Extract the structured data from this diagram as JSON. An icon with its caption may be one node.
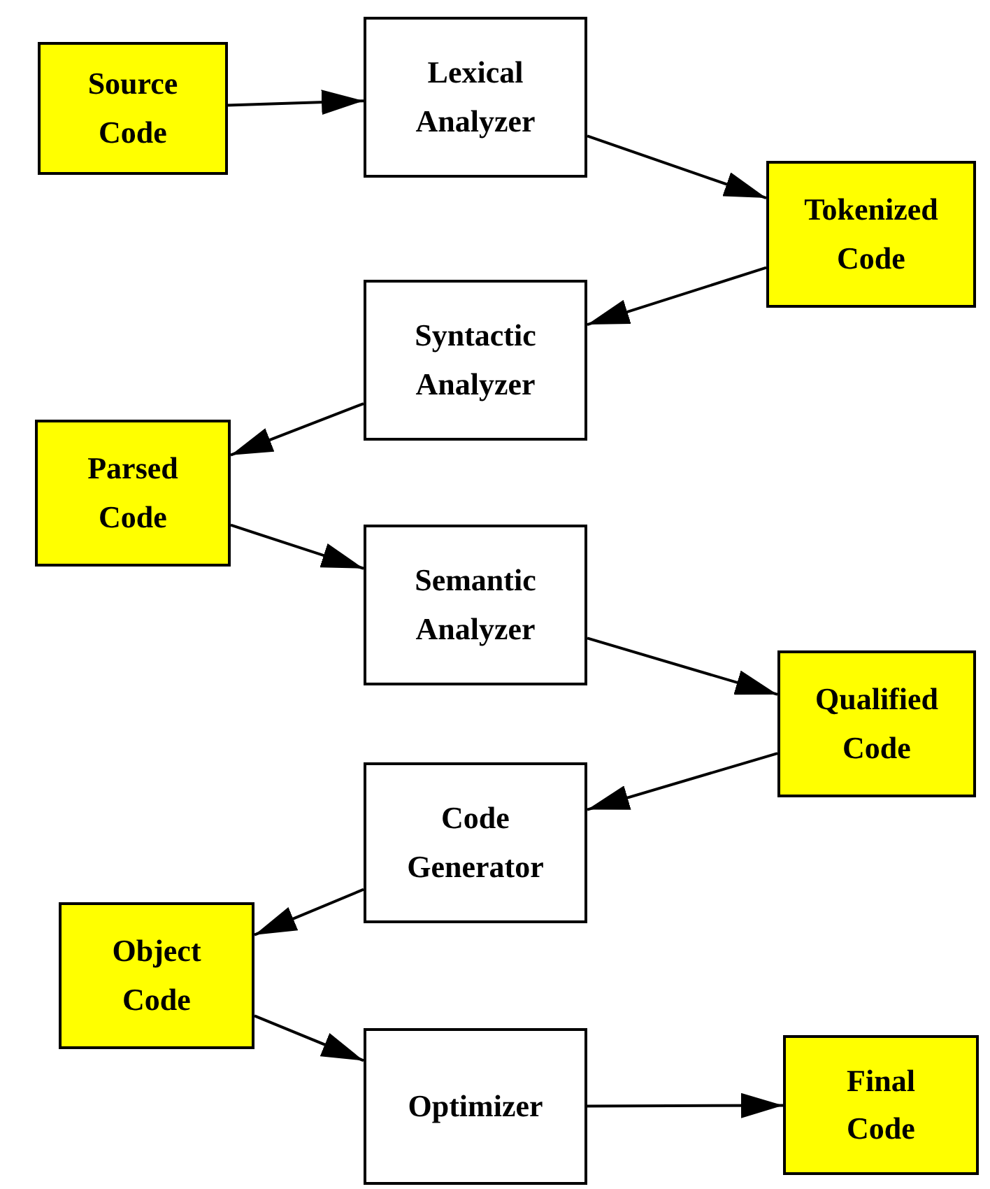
{
  "diagram": {
    "nodes": [
      {
        "text": [
          "Source Code"
        ]
      },
      {
        "text": [
          "Lexical Analyzer"
        ]
      },
      {
        "text": [
          "Tokenized Code"
        ]
      },
      {
        "text": [
          "Syntactic Analyzer"
        ]
      },
      {
        "text": [
          "Parsed Code"
        ]
      },
      {
        "text": [
          "Semantic Analyzer"
        ]
      },
      {
        "text": [
          "Qualified Code"
        ]
      },
      {
        "text": [
          "Code Generator"
        ]
      },
      {
        "text": [
          "Object Code"
        ]
      },
      {
        "text": [
          "Optimizer"
        ]
      },
      {
        "text": [
          "Final Code"
        ]
      }
    ],
    "edges": [
      {
        "from": 0,
        "to": 1,
        "arrow": "to"
      },
      {
        "from": 1,
        "to": 2,
        "arrow": "to"
      },
      {
        "from": 2,
        "to": 3,
        "arrow": "to"
      },
      {
        "from": 3,
        "to": 4,
        "arrow": "to"
      },
      {
        "from": 4,
        "to": 5,
        "arrow": "to"
      },
      {
        "from": 5,
        "to": 6,
        "arrow": "to"
      },
      {
        "from": 6,
        "to": 7,
        "arrow": "to"
      },
      {
        "from": 7,
        "to": 8,
        "arrow": "to"
      },
      {
        "from": 8,
        "to": 9,
        "arrow": "to"
      },
      {
        "from": 9,
        "to": 10,
        "arrow": "to"
      }
    ]
  }
}
